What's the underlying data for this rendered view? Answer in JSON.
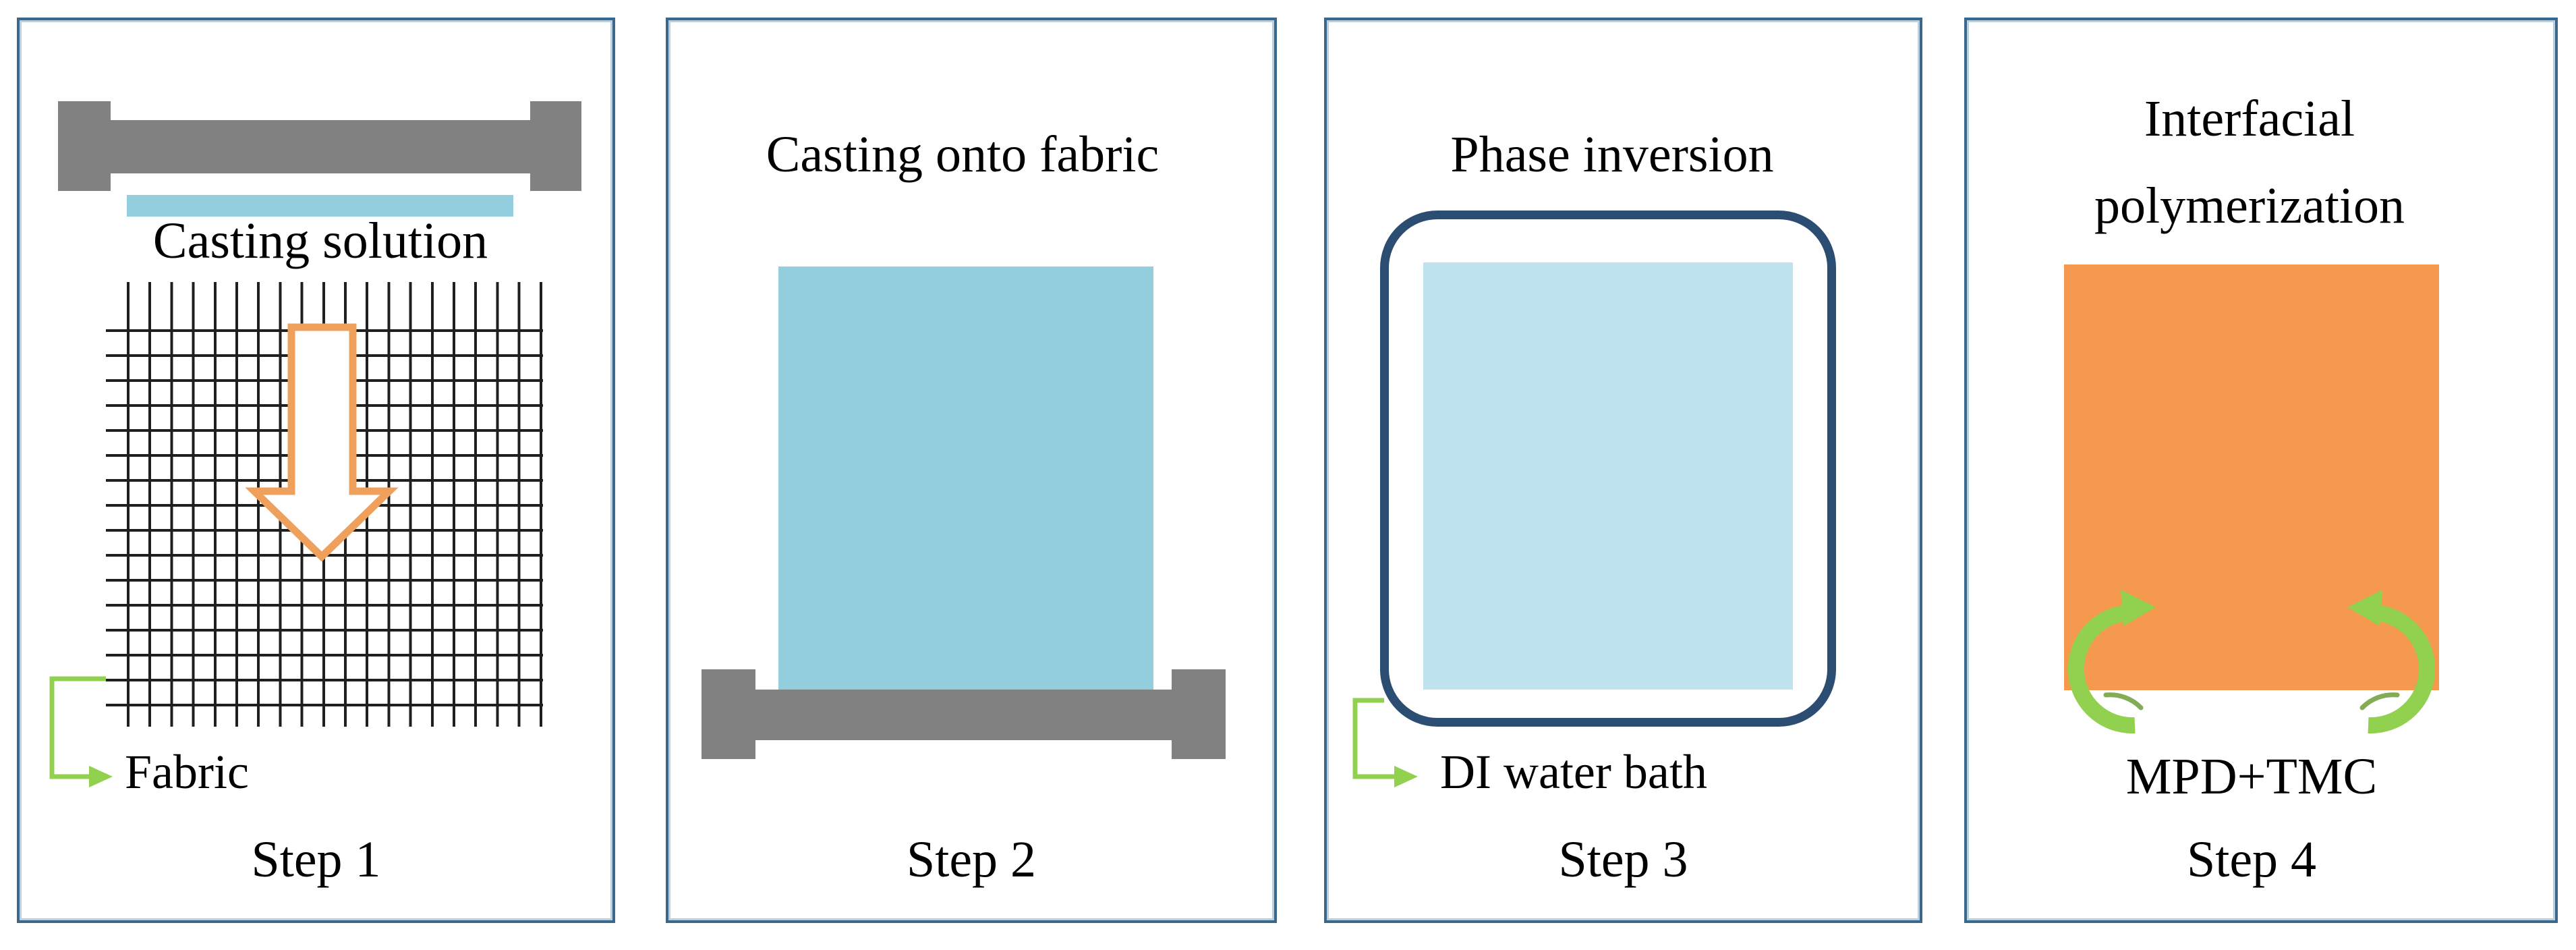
{
  "figure": {
    "type": "membrane-fabrication-process-diagram",
    "panel_count": 4
  },
  "colors": {
    "panel_border": "#3a688c",
    "blade_gray": "#818181",
    "casting_solution_blue": "#92cede",
    "phase_inversion_light_blue": "#bfe3ee",
    "bath_outline_navy": "#2b4d72",
    "membrane_orange": "#f5994e",
    "block_arrow_orange": "#efa05c",
    "arrow_green": "#92d050",
    "grid_line_black": "#1f1f1f"
  },
  "panels": [
    {
      "step_label": "Step 1",
      "title": "Casting solution",
      "fabric_label": "Fabric"
    },
    {
      "step_label": "Step 2",
      "title": "Casting onto fabric"
    },
    {
      "step_label": "Step 3",
      "title": "Phase inversion",
      "bath_label": "DI water bath"
    },
    {
      "step_label": "Step 4",
      "title": "Interfacial polymerization",
      "reagent_label": "MPD+TMC"
    }
  ]
}
